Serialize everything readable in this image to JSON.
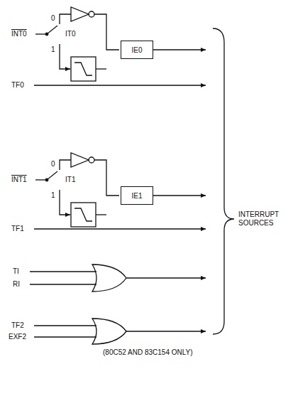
{
  "diagram": {
    "nodes": [
      {
        "text": [
          "IE0"
        ]
      },
      {
        "text": [
          "IE1"
        ]
      }
    ],
    "labels": [
      "INT0",
      "0",
      "IT0",
      "1",
      "TF0",
      "INT1",
      "0",
      "IT1",
      "1",
      "TF1",
      "TI",
      "RI",
      "TF2",
      "EXF2",
      "INTERRUPT SOURCES",
      "(80C52 AND 83C154 ONLY)"
    ]
  }
}
